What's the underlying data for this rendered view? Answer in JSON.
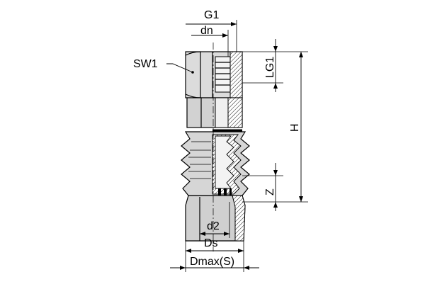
{
  "labels": {
    "g1": "G1",
    "dn": "dn",
    "sw1": "SW1",
    "lg1": "LG1",
    "h": "H",
    "z": "Z",
    "d2": "d2",
    "ds": "Ds",
    "dmax": "Dmax(S)"
  },
  "colors": {
    "line": "#000000",
    "metal": "#d9d9d9",
    "metal_dark": "#bfbfbf",
    "rubber": "#cfcfcf",
    "section": "#e8e8e8"
  }
}
